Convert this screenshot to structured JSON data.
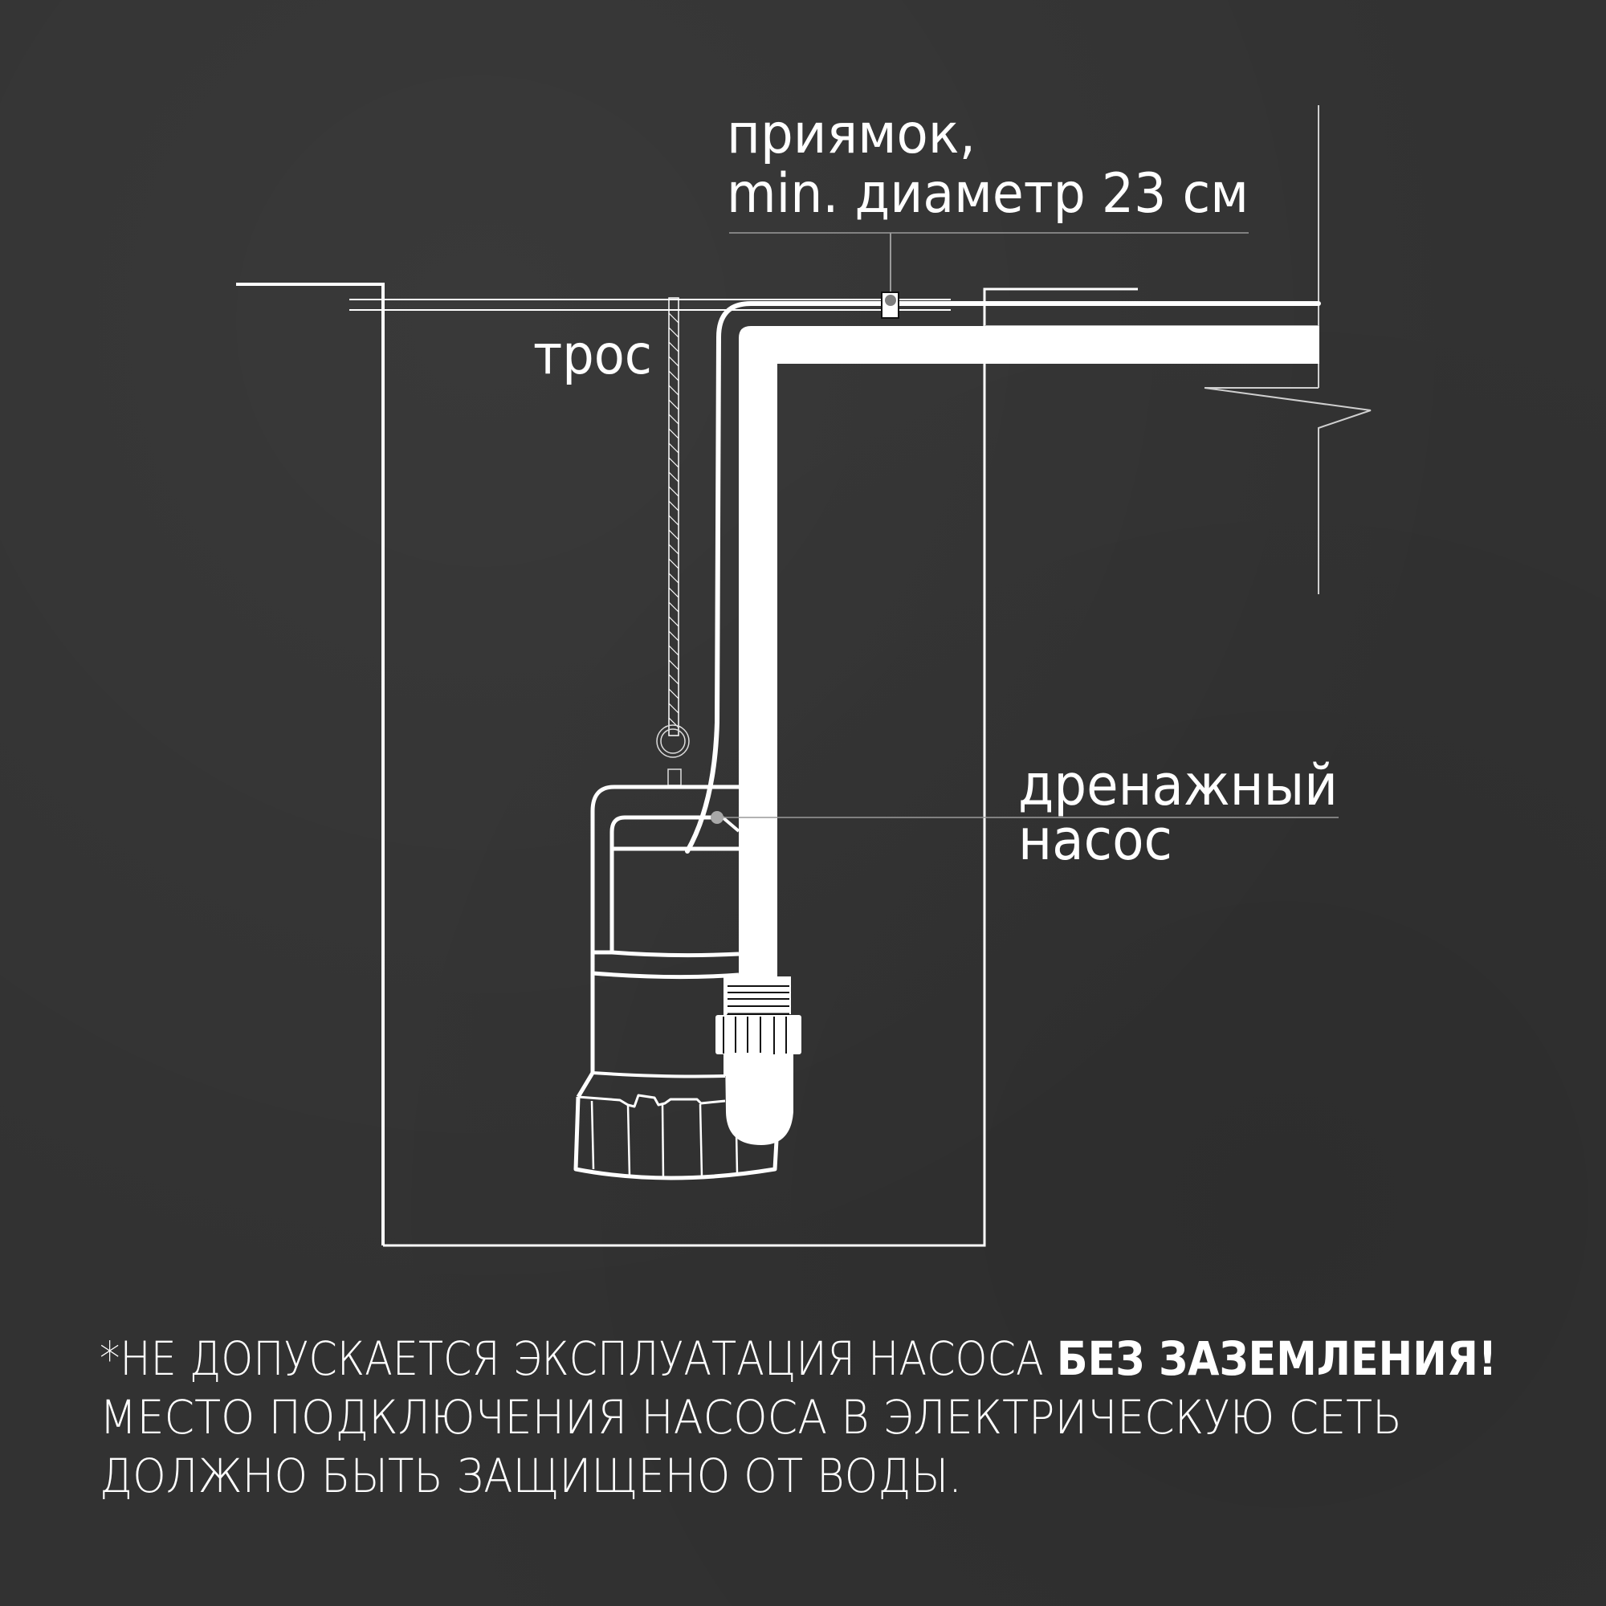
{
  "labels": {
    "pit_line1": "приямок,",
    "pit_line2": "min. диаметр 23 см",
    "cable": "трос",
    "pump_line1": "дренажный",
    "pump_line2": "насос"
  },
  "note": {
    "line1_regular": "*НЕ ДОПУСКАЕТСЯ ЭКСПЛУАТАЦИЯ НАСОСА ",
    "line1_bold": "БЕЗ ЗАЗЕМЛЕНИЯ!",
    "line2": "МЕСТО ПОДКЛЮЧЕНИЯ НАСОСА В ЭЛЕКТРИЧЕСКУЮ СЕТЬ",
    "line3": "ДОЛЖНО БЫТЬ ЗАЩИЩЕНО ОТ ВОДЫ."
  },
  "colors": {
    "background": "#323232",
    "line": "#ffffff",
    "leader": "#9a9a9a",
    "marker": "#8a8a8a"
  },
  "icons": {
    "pump": "drainage-pump-illustration",
    "cable": "hatched-rope",
    "ring": "lifting-eye-ring",
    "clip": "cord-clamp"
  }
}
